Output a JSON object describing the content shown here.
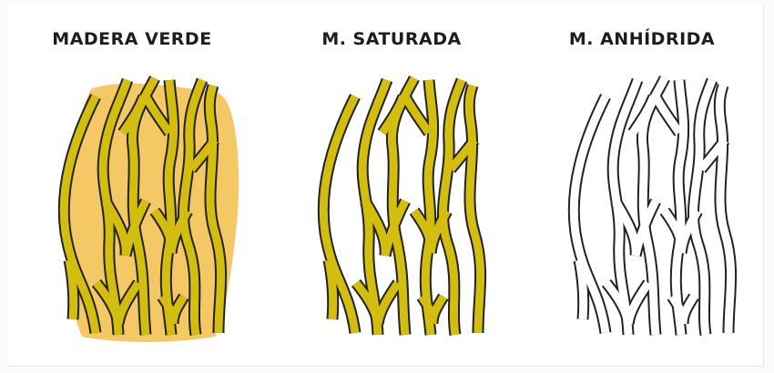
{
  "panels": [
    {
      "title": "MADERA VERDE",
      "state": "green-wood",
      "fiber_fill": "#d3bd0e",
      "background_fill": "#f5c866",
      "outline": "#222222"
    },
    {
      "title": "M. SATURADA",
      "state": "saturated",
      "fiber_fill": "#d3bd0e",
      "background_fill": "none",
      "outline": "#222222"
    },
    {
      "title": "M. ANHÍDRIDA",
      "state": "anhydrous",
      "fiber_fill": "#ffffff",
      "background_fill": "none",
      "outline": "#222222"
    }
  ]
}
